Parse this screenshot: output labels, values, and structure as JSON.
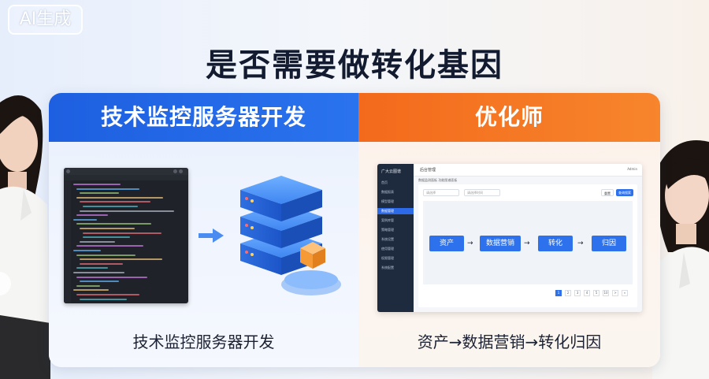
{
  "badge": "AI生成",
  "main_title": "是否需要做转化基因",
  "left_panel": {
    "header": "技术监控服务器开发",
    "caption": "技术监控服务器开发",
    "editor_title": "Demo.html - website"
  },
  "right_panel": {
    "header": "优化师",
    "caption": "资产→数据营销→转化归因",
    "dashboard": {
      "logo": "广大云图谱",
      "breadcrumb": "后台管理",
      "user": "Admin",
      "tabs": "数据监测面板    功能图谱面板",
      "sidebar_items": [
        "首页",
        "数据报表",
        "模型管理",
        "数据管理",
        "案例库管",
        "策略管理",
        "系统设置",
        "使用管理",
        "权限管理",
        "系统配置"
      ],
      "filter_1_placeholder": "请选择",
      "filter_2_placeholder": "请选择时间",
      "reset_button": "重置",
      "search_button": "查询搜索",
      "flow": [
        "资产",
        "数据营销",
        "转化",
        "归因"
      ],
      "flow_arrow": "→",
      "pagination": [
        "1",
        "2",
        "3",
        "4",
        "5",
        "10",
        ">",
        "»"
      ]
    }
  },
  "colors": {
    "blue_header": "#2168e8",
    "orange_header": "#f47220",
    "flow_box": "#2d72ec"
  }
}
